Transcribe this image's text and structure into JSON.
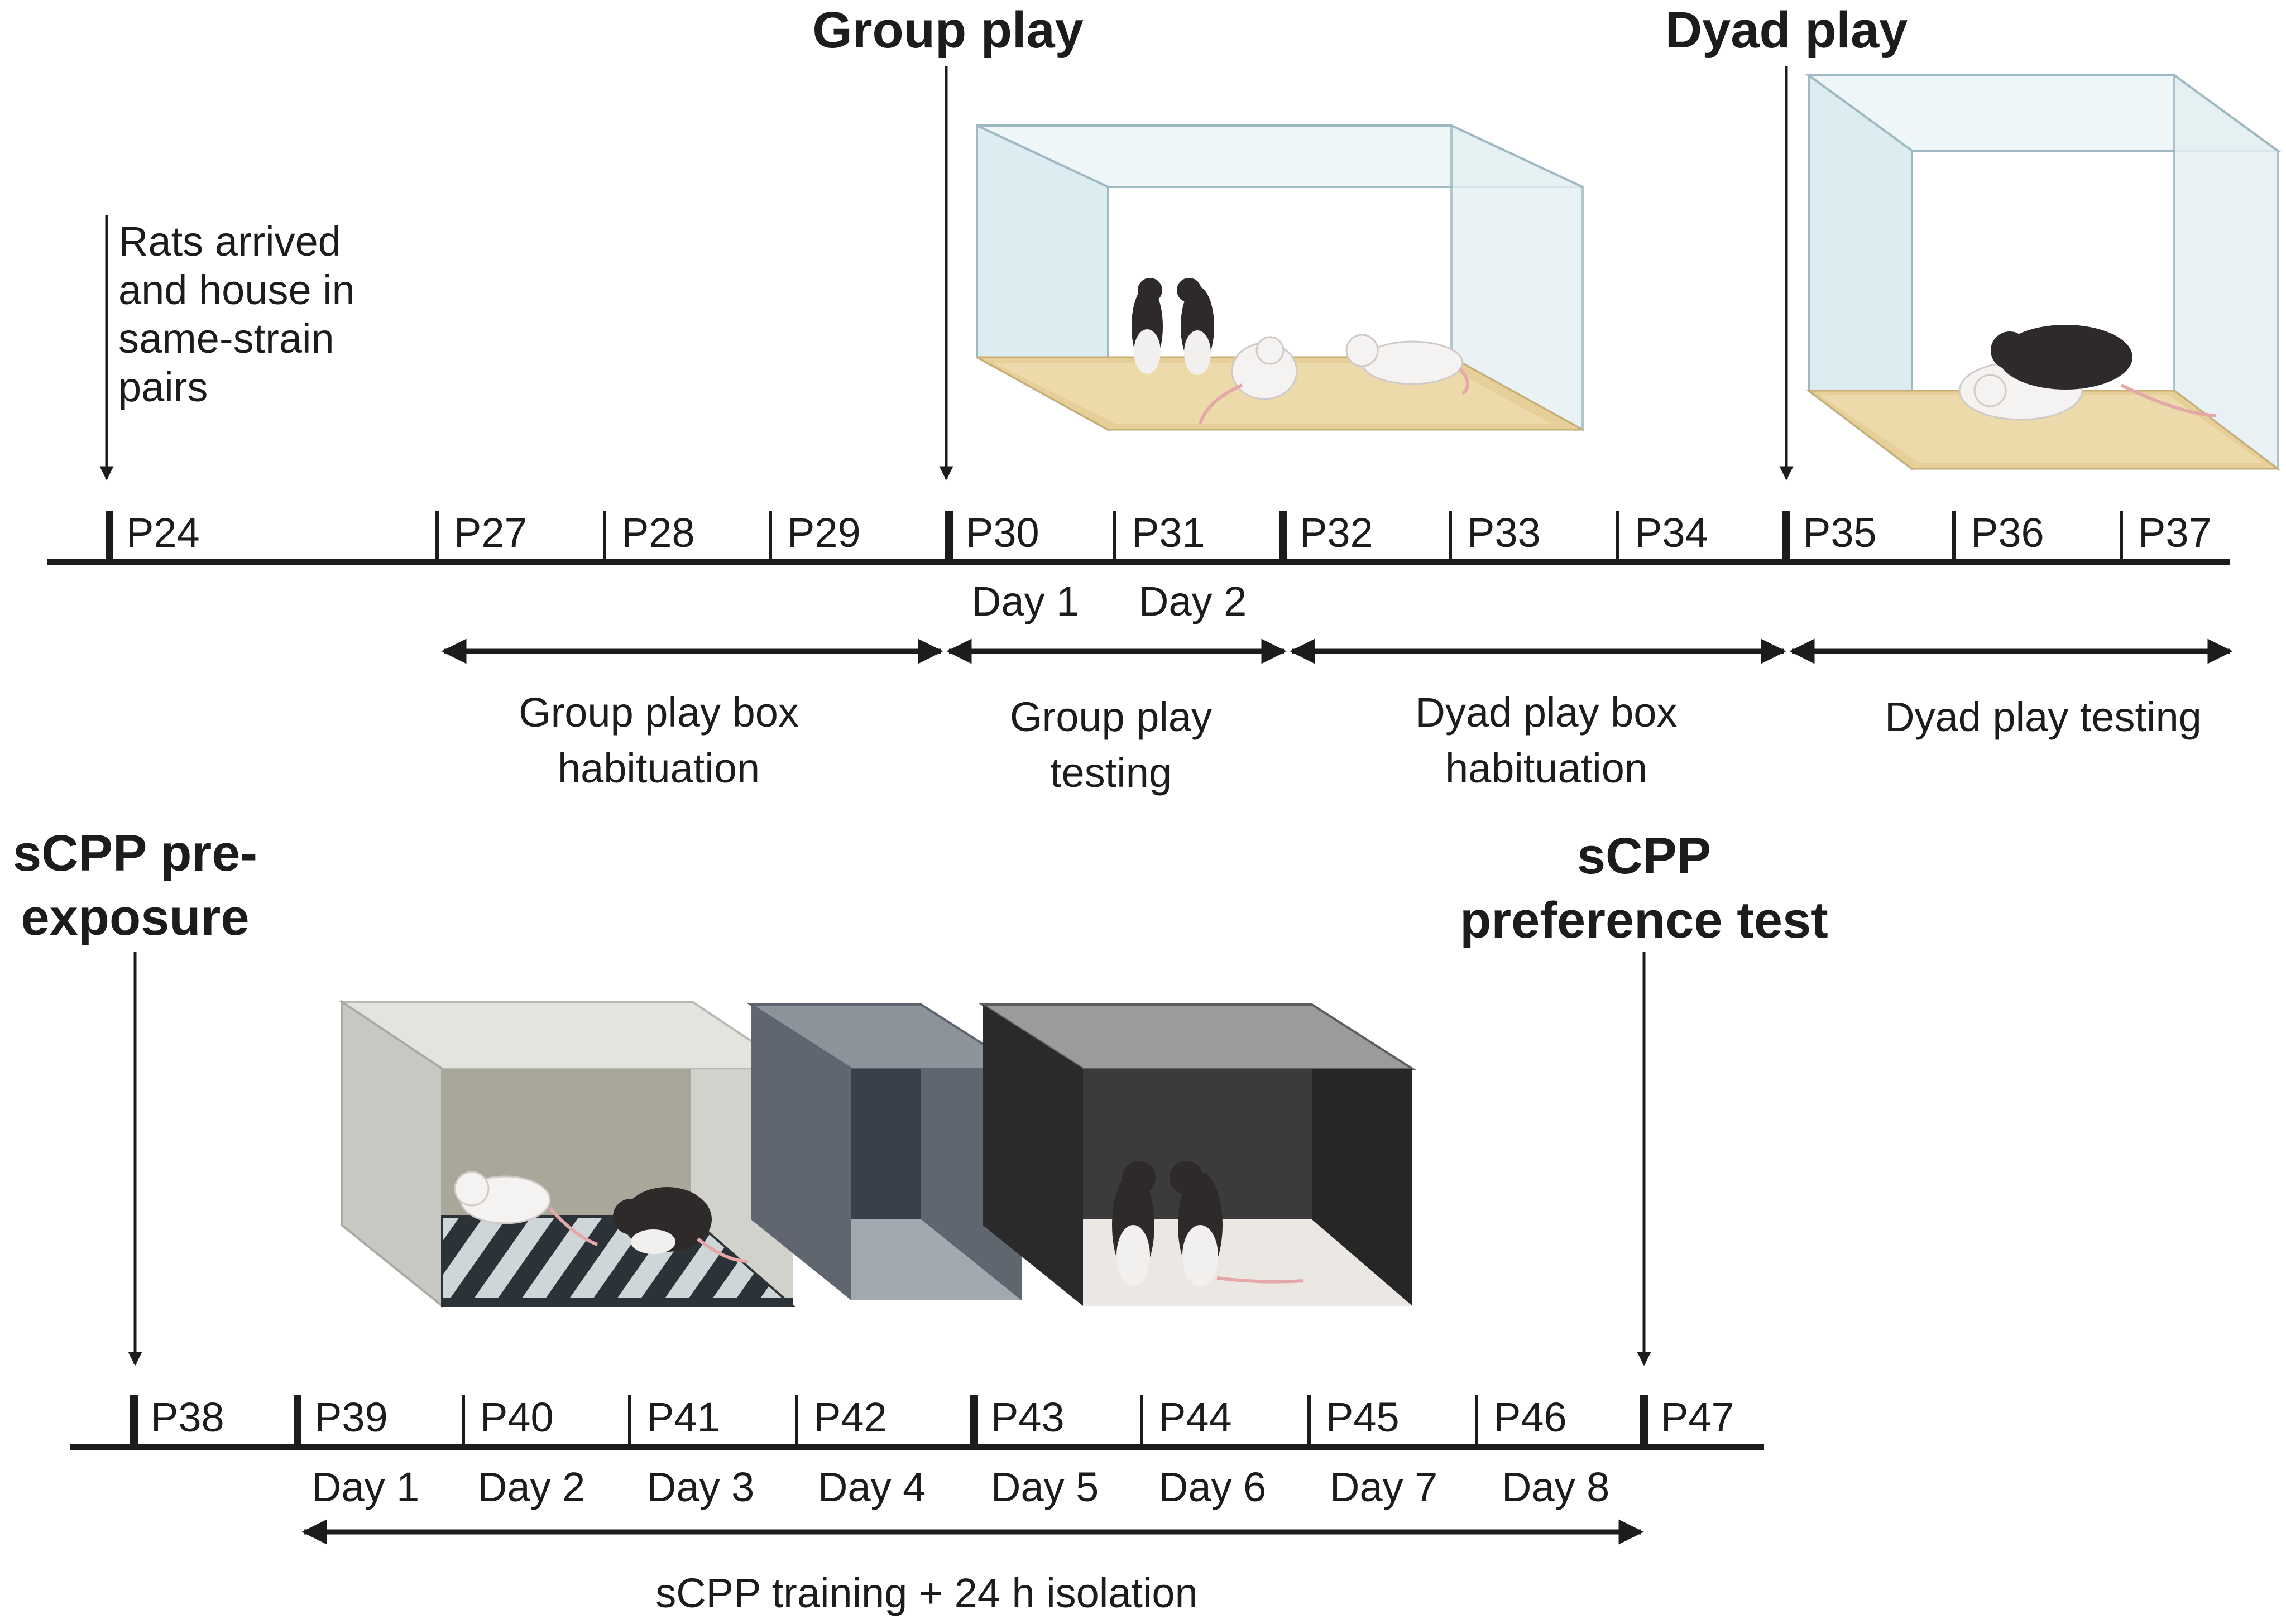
{
  "top": {
    "heading_group": "Group play",
    "heading_dyad": "Dyad play",
    "arrival_note": [
      "Rats arrived",
      "and house in",
      "same-strain",
      "pairs"
    ],
    "ticks": [
      "P24",
      "P27",
      "P28",
      "P29",
      "P30",
      "P31",
      "P32",
      "P33",
      "P34",
      "P35",
      "P36",
      "P37"
    ],
    "day_labels": [
      "Day 1",
      "Day 2"
    ],
    "phases": [
      {
        "lines": [
          "Group play box",
          "habituation"
        ]
      },
      {
        "lines": [
          "Group play",
          "testing"
        ]
      },
      {
        "lines": [
          "Dyad play box",
          "habituation"
        ]
      },
      {
        "lines": [
          "Dyad play testing"
        ]
      }
    ]
  },
  "bottom": {
    "heading_pre": [
      "sCPP pre-",
      "exposure"
    ],
    "heading_test": [
      "sCPP",
      "preference test"
    ],
    "ticks": [
      "P38",
      "P39",
      "P40",
      "P41",
      "P42",
      "P43",
      "P44",
      "P45",
      "P46",
      "P47"
    ],
    "day_labels": [
      "Day 1",
      "Day 2",
      "Day 3",
      "Day 4",
      "Day 5",
      "Day 6",
      "Day 7",
      "Day 8"
    ],
    "phase": "sCPP training + 24 h isolation"
  },
  "colors": {
    "line": "#1c1c1c",
    "glass": "#e6f2f6",
    "bedding": "#e7cf9a",
    "light_chamber": "#bfbfb8",
    "middle_chamber": "#5d6470",
    "dark_chamber": "#2f2f2f"
  },
  "illustrations": [
    "group-play-arena",
    "dyad-play-arena",
    "scpp-apparatus"
  ]
}
